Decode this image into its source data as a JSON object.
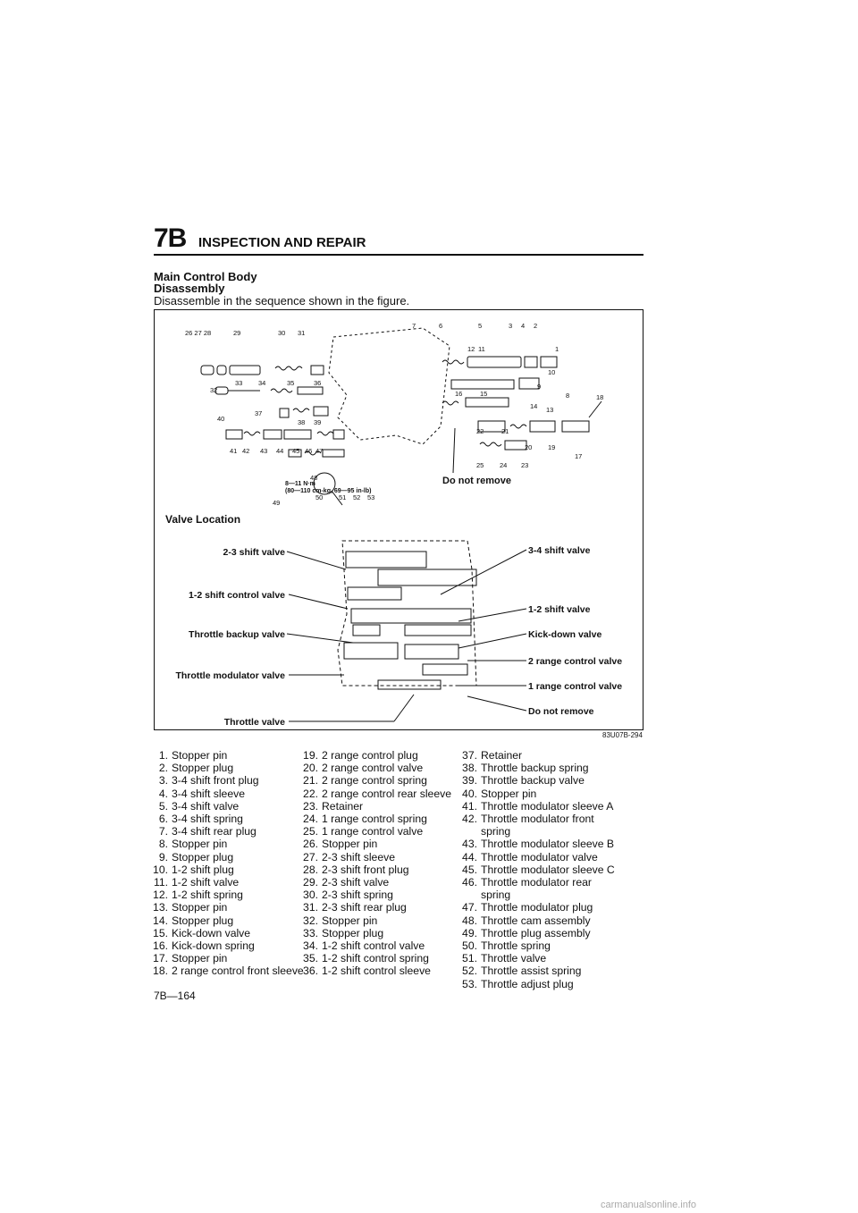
{
  "header": {
    "section": "7B",
    "title": "INSPECTION AND REPAIR"
  },
  "content": {
    "heading": "Main Control Body",
    "subheading": "Disassembly",
    "instruction": "Disassemble in the sequence shown in the figure."
  },
  "figure": {
    "torque_value": "8—11 N·m",
    "torque_detail": "(80—110 cm-kg, 69—95 in-lb)",
    "do_not_remove_top": "Do not remove",
    "valve_location_title": "Valve Location",
    "labels_left": [
      "2-3 shift valve",
      "1-2 shift control valve",
      "Throttle backup valve",
      "Throttle modulator valve",
      "Throttle valve"
    ],
    "labels_right": [
      "3-4 shift valve",
      "1-2 shift valve",
      "Kick-down valve",
      "2 range control valve",
      "1 range control valve",
      "Do not remove"
    ],
    "code": "83U07B-294"
  },
  "parts": {
    "col1": [
      {
        "n": "1.",
        "t": "Stopper pin"
      },
      {
        "n": "2.",
        "t": "Stopper plug"
      },
      {
        "n": "3.",
        "t": "3-4 shift front plug"
      },
      {
        "n": "4.",
        "t": "3-4 shift sleeve"
      },
      {
        "n": "5.",
        "t": "3-4 shift valve"
      },
      {
        "n": "6.",
        "t": "3-4 shift spring"
      },
      {
        "n": "7.",
        "t": "3-4 shift rear plug"
      },
      {
        "n": "8.",
        "t": "Stopper pin"
      },
      {
        "n": "9.",
        "t": "Stopper plug"
      },
      {
        "n": "10.",
        "t": "1-2 shift plug"
      },
      {
        "n": "11.",
        "t": "1-2 shift valve"
      },
      {
        "n": "12.",
        "t": "1-2 shift spring"
      },
      {
        "n": "13.",
        "t": "Stopper pin"
      },
      {
        "n": "14.",
        "t": "Stopper plug"
      },
      {
        "n": "15.",
        "t": "Kick-down valve"
      },
      {
        "n": "16.",
        "t": "Kick-down spring"
      },
      {
        "n": "17.",
        "t": "Stopper pin"
      },
      {
        "n": "18.",
        "t": "2 range control front sleeve"
      }
    ],
    "col2": [
      {
        "n": "19.",
        "t": "2 range control plug"
      },
      {
        "n": "20.",
        "t": "2 range control valve"
      },
      {
        "n": "21.",
        "t": "2 range control spring"
      },
      {
        "n": "22.",
        "t": "2 range control rear sleeve"
      },
      {
        "n": "23.",
        "t": "Retainer"
      },
      {
        "n": "24.",
        "t": "1 range control spring"
      },
      {
        "n": "25.",
        "t": "1 range control valve"
      },
      {
        "n": "26.",
        "t": "Stopper pin"
      },
      {
        "n": "27.",
        "t": "2-3 shift sleeve"
      },
      {
        "n": "28.",
        "t": "2-3 shift front plug"
      },
      {
        "n": "29.",
        "t": "2-3 shift valve"
      },
      {
        "n": "30.",
        "t": "2-3 shift spring"
      },
      {
        "n": "31.",
        "t": "2-3 shift rear plug"
      },
      {
        "n": "32.",
        "t": "Stopper pin"
      },
      {
        "n": "33.",
        "t": "Stopper plug"
      },
      {
        "n": "34.",
        "t": "1-2 shift control valve"
      },
      {
        "n": "35.",
        "t": "1-2 shift control spring"
      },
      {
        "n": "36.",
        "t": "1-2 shift control sleeve"
      }
    ],
    "col3": [
      {
        "n": "37.",
        "t": "Retainer"
      },
      {
        "n": "38.",
        "t": "Throttle backup spring"
      },
      {
        "n": "39.",
        "t": "Throttle backup valve"
      },
      {
        "n": "40.",
        "t": "Stopper pin"
      },
      {
        "n": "41.",
        "t": "Throttle modulator sleeve A"
      },
      {
        "n": "42.",
        "t": "Throttle modulator front spring"
      },
      {
        "n": "43.",
        "t": "Throttle modulator sleeve B"
      },
      {
        "n": "44.",
        "t": "Throttle modulator valve"
      },
      {
        "n": "45.",
        "t": "Throttle modulator sleeve C"
      },
      {
        "n": "46.",
        "t": "Throttle modulator rear spring"
      },
      {
        "n": "47.",
        "t": "Throttle modulator plug"
      },
      {
        "n": "48.",
        "t": "Throttle cam assembly"
      },
      {
        "n": "49.",
        "t": "Throttle plug assembly"
      },
      {
        "n": "50.",
        "t": "Throttle spring"
      },
      {
        "n": "51.",
        "t": "Throttle valve"
      },
      {
        "n": "52.",
        "t": "Throttle assist spring"
      },
      {
        "n": "53.",
        "t": "Throttle adjust plug"
      }
    ]
  },
  "footer": {
    "page": "7B—164",
    "watermark": "carmanualsonline.info"
  }
}
